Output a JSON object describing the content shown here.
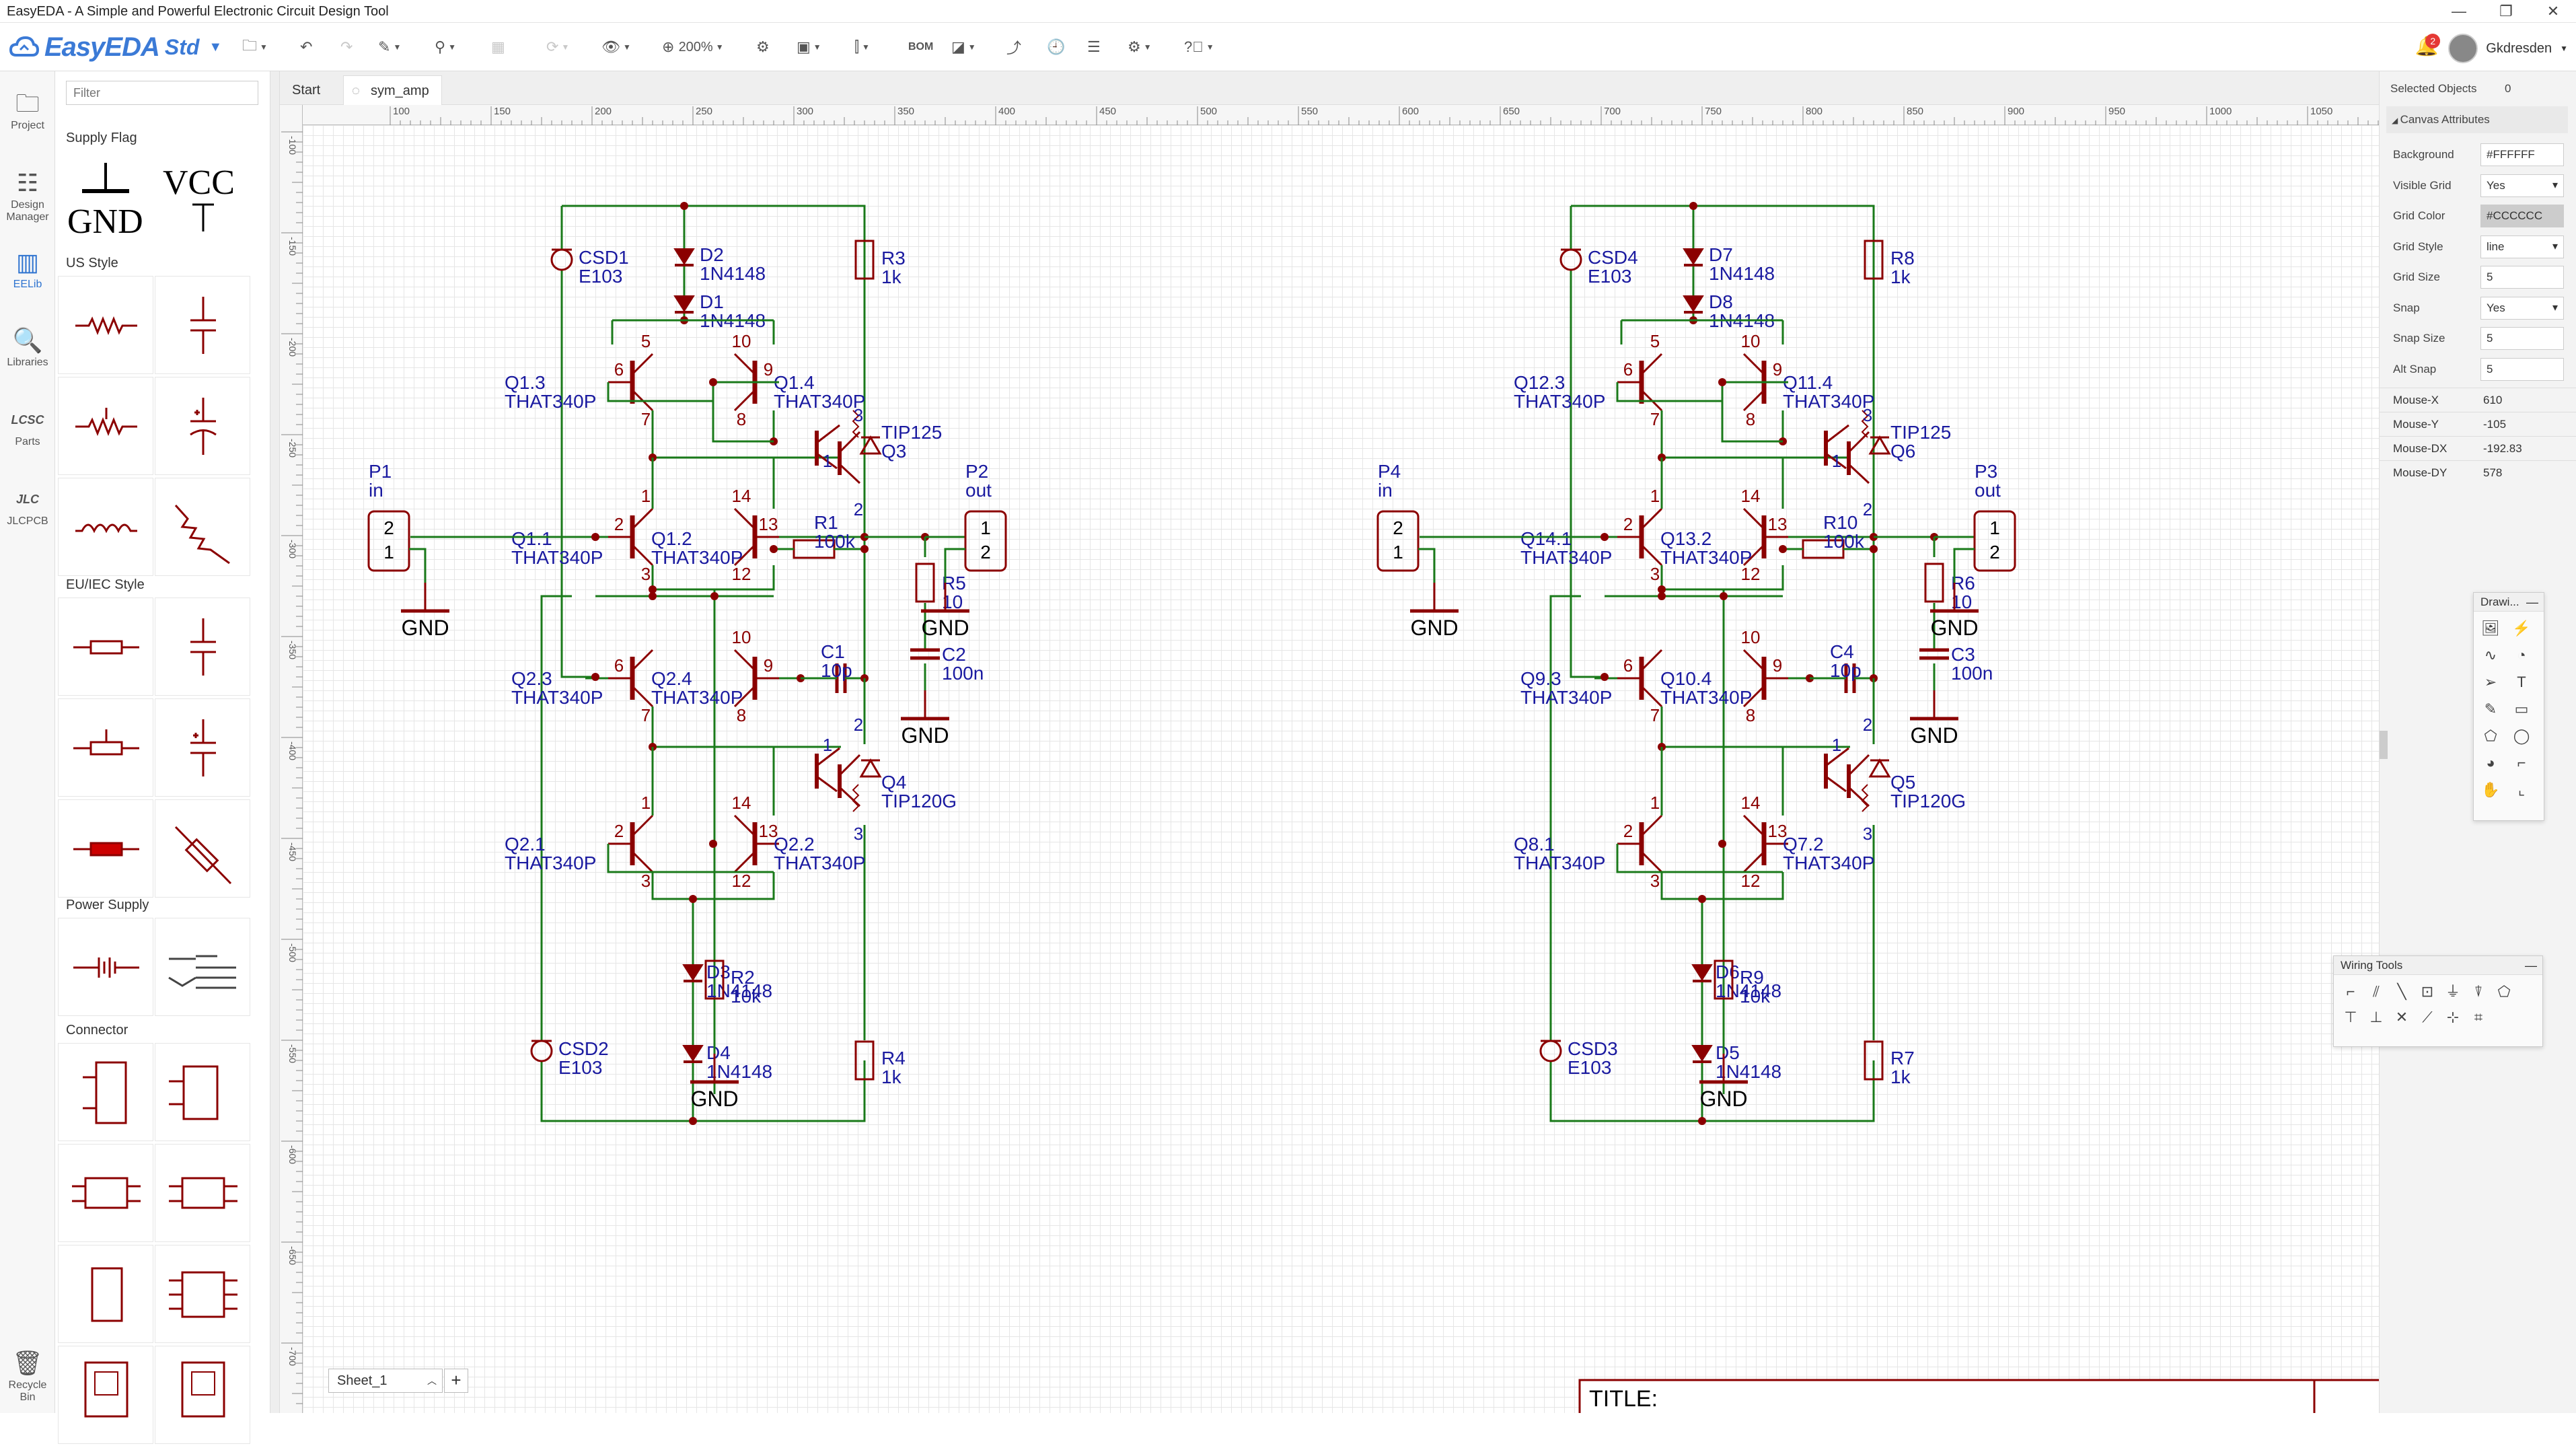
{
  "window": {
    "title": "EasyEDA - A Simple and Powerful Electronic Circuit Design Tool",
    "controls": [
      "—",
      "❐",
      "✕"
    ]
  },
  "toolbar": {
    "brand": "EasyEDA",
    "edition": "Std",
    "zoom": "200%",
    "bom": "BOM",
    "user": "Gkdresden",
    "notifications": "2"
  },
  "leftnav": [
    {
      "label": "Project",
      "icon": "folder-icon"
    },
    {
      "label": "Design Manager",
      "icon": "design-manager-icon"
    },
    {
      "label": "EELib",
      "icon": "eelib-icon",
      "active": true
    },
    {
      "label": "Libraries",
      "icon": "libraries-search-icon"
    },
    {
      "label": "Parts",
      "icon": "lcsc-parts-icon"
    },
    {
      "label": "JLCPCB",
      "icon": "jlcpcb-icon"
    },
    {
      "label": "Recycle Bin",
      "icon": "trash-icon"
    }
  ],
  "library": {
    "filter_placeholder": "Filter",
    "sections": {
      "supply_flag": "Supply Flag",
      "us_style": "US Style",
      "eu_style": "EU/IEC Style",
      "power_supply": "Power Supply",
      "connector": "Connector"
    },
    "gnd_label": "GND",
    "vcc_label": "VCC"
  },
  "tabs": [
    {
      "label": "Start"
    },
    {
      "label": "sym_amp",
      "active": true
    }
  ],
  "ruler": {
    "h_ticks": [
      "100",
      "150",
      "200",
      "250",
      "300",
      "350",
      "400",
      "450",
      "500",
      "550",
      "600",
      "650",
      "700",
      "750",
      "800",
      "850",
      "900",
      "950",
      "1000",
      "1050"
    ],
    "v_ticks": [
      "-100",
      "-150",
      "-200",
      "-250",
      "-300",
      "-350",
      "-400",
      "-450",
      "-500",
      "-550",
      "-600",
      "-650",
      "-700"
    ]
  },
  "sheet": {
    "name": "Sheet_1",
    "add": "+"
  },
  "title_block": {
    "title": "TITLE:"
  },
  "schematic": {
    "left": {
      "csd_top": [
        "CSD1",
        "E103"
      ],
      "csd_bot": [
        "CSD2",
        "E103"
      ],
      "d_top1": [
        "D2",
        "1N4148"
      ],
      "d_top2": [
        "D1",
        "1N4148"
      ],
      "d_bot1": [
        "D3",
        "1N4148"
      ],
      "d_bot2": [
        "D4",
        "1N4148"
      ],
      "r_top": [
        "R3",
        "1k"
      ],
      "r_bot": [
        "R4",
        "1k"
      ],
      "q_a": [
        "Q1.3",
        "THAT340P"
      ],
      "q_b": [
        "Q1.4",
        "THAT340P"
      ],
      "q_c": [
        "Q1.1",
        "THAT340P"
      ],
      "q_d": [
        "Q1.2",
        "THAT340P"
      ],
      "q_e": [
        "Q2.3",
        "THAT340P"
      ],
      "q_f": [
        "Q2.4",
        "THAT340P"
      ],
      "q_g": [
        "Q2.1",
        "THAT340P"
      ],
      "q_h": [
        "Q2.2",
        "THAT340P"
      ],
      "q_top_pwr": [
        "TIP125",
        "Q3"
      ],
      "q_bot_pwr": [
        "Q4",
        "TIP120G"
      ],
      "r_fb": [
        "R1",
        "100k"
      ],
      "c_fb": [
        "C1",
        "10p"
      ],
      "r_out": [
        "R5",
        "10"
      ],
      "c_out": [
        "C2",
        "100n"
      ],
      "r_low": [
        "R2",
        "10k"
      ],
      "p_in": [
        "P1",
        "in"
      ],
      "p_out": [
        "P2",
        "out"
      ]
    },
    "right": {
      "csd_top": [
        "CSD4",
        "E103"
      ],
      "csd_bot": [
        "CSD3",
        "E103"
      ],
      "d_top1": [
        "D7",
        "1N4148"
      ],
      "d_top2": [
        "D8",
        "1N4148"
      ],
      "d_bot1": [
        "D6",
        "1N4148"
      ],
      "d_bot2": [
        "D5",
        "1N4148"
      ],
      "r_top": [
        "R8",
        "1k"
      ],
      "r_bot": [
        "R7",
        "1k"
      ],
      "q_a": [
        "Q12.3",
        "THAT340P"
      ],
      "q_b": [
        "Q11.4",
        "THAT340P"
      ],
      "q_c": [
        "Q14.1",
        "THAT340P"
      ],
      "q_d": [
        "Q13.2",
        "THAT340P"
      ],
      "q_e": [
        "Q9.3",
        "THAT340P"
      ],
      "q_f": [
        "Q10.4",
        "THAT340P"
      ],
      "q_g": [
        "Q8.1",
        "THAT340P"
      ],
      "q_h": [
        "Q7.2",
        "THAT340P"
      ],
      "q_top_pwr": [
        "TIP125",
        "Q6"
      ],
      "q_bot_pwr": [
        "Q5",
        "TIP120G"
      ],
      "r_fb": [
        "R10",
        "100k"
      ],
      "c_fb": [
        "C4",
        "10p"
      ],
      "r_out": [
        "R6",
        "10"
      ],
      "c_out": [
        "C3",
        "100n"
      ],
      "r_low": [
        "R9",
        "10k"
      ],
      "p_in": [
        "P4",
        "in"
      ],
      "p_out": [
        "P3",
        "out"
      ]
    },
    "pins": {
      "q_a": [
        "5",
        "6",
        "7"
      ],
      "q_b": [
        "10",
        "9",
        "8"
      ],
      "q_c": [
        "1",
        "2",
        "3"
      ],
      "q_d": [
        "14",
        "13",
        "12"
      ],
      "q_e": [
        "10",
        "6",
        "7"
      ],
      "q_f": [
        "10",
        "9",
        "8"
      ],
      "q_g": [
        "1",
        "2",
        "3"
      ],
      "q_h": [
        "14",
        "13",
        "12"
      ],
      "pwr": [
        "1",
        "3",
        "2"
      ],
      "conn": [
        "2",
        "1"
      ],
      "conn_out": [
        "1",
        "2"
      ]
    },
    "gnd": "GND"
  },
  "right_panel": {
    "selected_label": "Selected Objects",
    "selected_value": "0",
    "section": "Canvas Attributes",
    "rows": [
      {
        "label": "Background",
        "value": "#FFFFFF",
        "select": false
      },
      {
        "label": "Visible Grid",
        "value": "Yes",
        "select": true
      },
      {
        "label": "Grid Color",
        "value": "#CCCCCC",
        "select": false
      },
      {
        "label": "Grid Style",
        "value": "line",
        "select": true
      },
      {
        "label": "Grid Size",
        "value": "5",
        "select": false
      },
      {
        "label": "Snap",
        "value": "Yes",
        "select": true
      },
      {
        "label": "Snap Size",
        "value": "5",
        "select": false
      },
      {
        "label": "Alt Snap",
        "value": "5",
        "select": false
      }
    ],
    "mouse": [
      {
        "label": "Mouse-X",
        "value": "610"
      },
      {
        "label": "Mouse-Y",
        "value": "-105"
      },
      {
        "label": "Mouse-DX",
        "value": "-192.83"
      },
      {
        "label": "Mouse-DY",
        "value": "578"
      }
    ]
  },
  "palettes": {
    "drawing": "Drawi...",
    "wiring": "Wiring Tools"
  },
  "colors": {
    "wire": "#1a7a1a",
    "part": "#8b0000",
    "pin_text": "#1a1aa0",
    "brand": "#3b7ad6"
  }
}
